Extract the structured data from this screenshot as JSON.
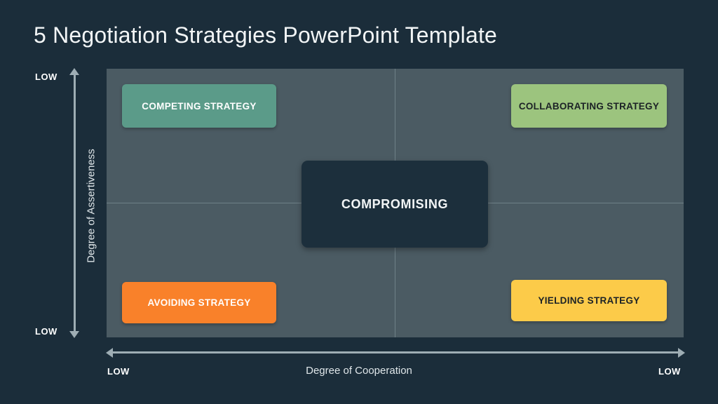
{
  "slide": {
    "title": "5 Negotiation Strategies PowerPoint Template",
    "background_color": "#1b2d3a"
  },
  "matrix": {
    "panel_color": "#4b5b63",
    "divider_color": "#6f8188",
    "quadrants": [
      {
        "key": "competing",
        "label": "COMPETING STRATEGY",
        "position": "top-left",
        "fill": "#5b9b89",
        "text_color": "#ffffff"
      },
      {
        "key": "collaborating",
        "label": "COLLABORATING STRATEGY",
        "position": "top-right",
        "fill": "#9cc47e",
        "text_color": "#1c2226"
      },
      {
        "key": "avoiding",
        "label": "AVOIDING STRATEGY",
        "position": "bottom-left",
        "fill": "#f9812a",
        "text_color": "#ffffff"
      },
      {
        "key": "yielding",
        "label": "YIELDING STRATEGY",
        "position": "bottom-right",
        "fill": "#fccb49",
        "text_color": "#1c2226"
      }
    ],
    "center": {
      "key": "compromising",
      "label": "COMPROMISING",
      "fill": "#1c2f3c",
      "text_color": "#f2f5f6"
    }
  },
  "axes": {
    "y": {
      "title": "Degree of Assertiveness",
      "top_tick": "LOW",
      "bottom_tick": "LOW",
      "arrow_color": "#9eadb4",
      "icon_top": "arrow-up-icon",
      "icon_bottom": "arrow-down-icon"
    },
    "x": {
      "title": "Degree of Cooperation",
      "left_tick": "LOW",
      "right_tick": "LOW",
      "arrow_color": "#9eadb4",
      "icon_left": "arrow-left-icon",
      "icon_right": "arrow-right-icon"
    }
  }
}
